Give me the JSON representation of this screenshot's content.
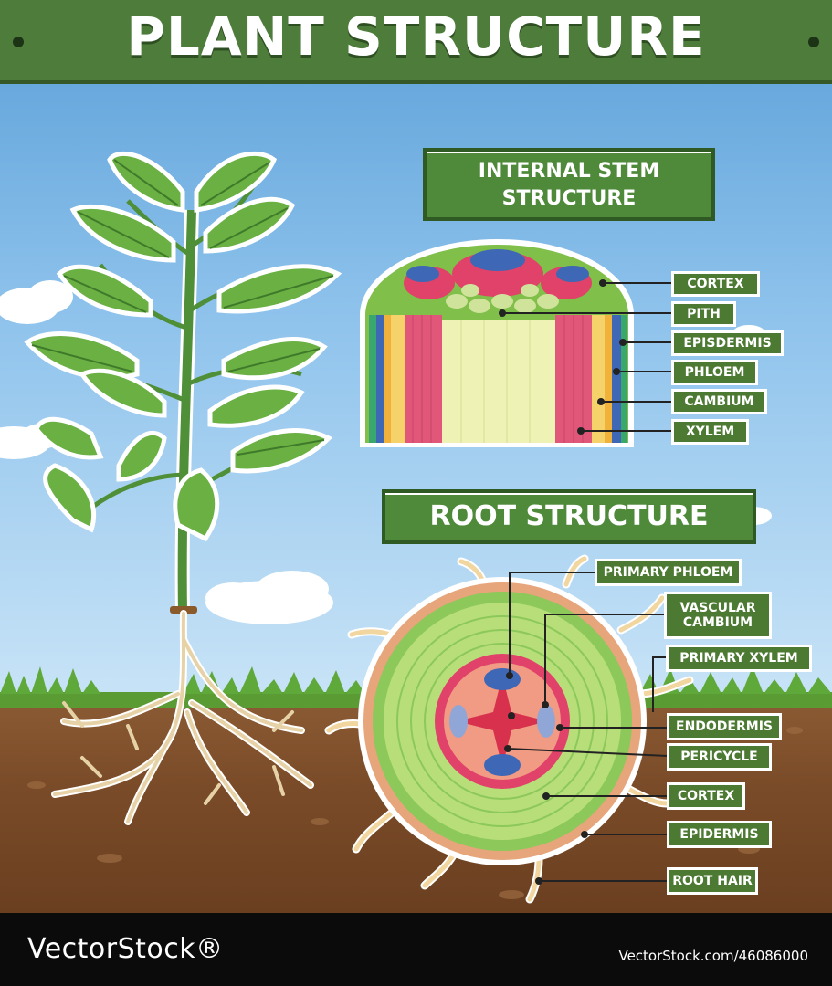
{
  "title": "PLANT STRUCTURE",
  "stem_section": {
    "title_line1": "INTERNAL STEM",
    "title_line2": "STRUCTURE",
    "labels": [
      "CORTEX",
      "PITH",
      "EPISDERMIS",
      "PHLOEM",
      "CAMBIUM",
      "XYLEM"
    ]
  },
  "root_section": {
    "title": "ROOT STRUCTURE",
    "labels": [
      "PRIMARY PHLOEM",
      "VASCULAR CAMBIUM",
      "PRIMARY XYLEM",
      "ENDODERMIS",
      "PERICYCLE",
      "CORTEX",
      "EPIDERMIS",
      "ROOT HAIR"
    ]
  },
  "footer": {
    "brand": "VectorStock®",
    "url": "VectorStock.com/46086000"
  },
  "colors": {
    "banner_green": "#4e7d3b",
    "label_green": "#4d7a33",
    "sky_blue": "#5a9fd8",
    "soil_brown": "#7a4b28"
  }
}
